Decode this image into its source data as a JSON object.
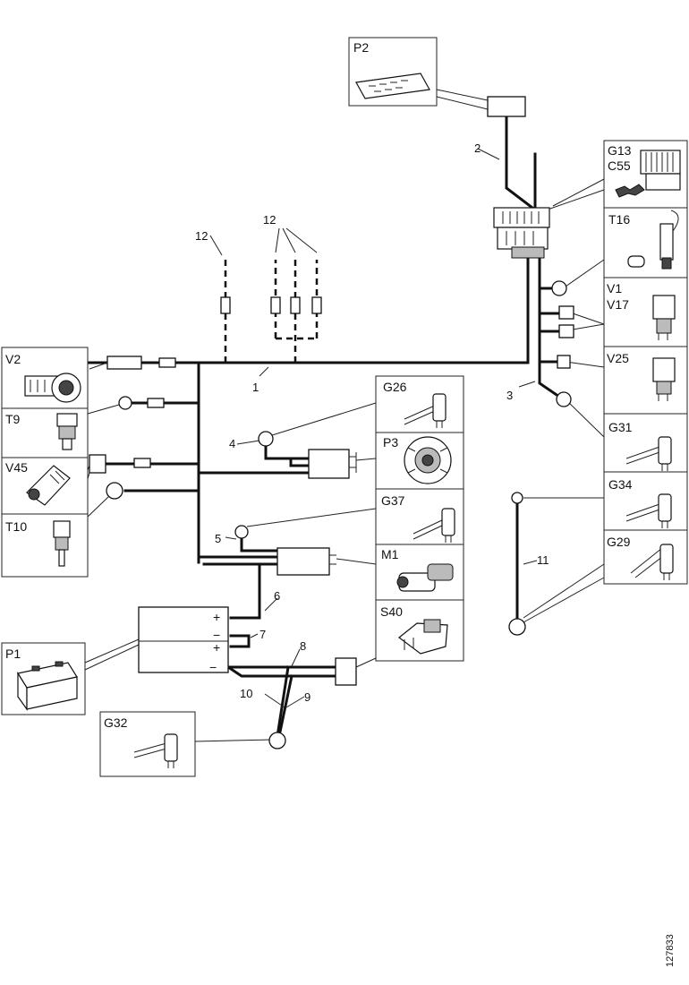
{
  "components": {
    "P2": "P2",
    "G13": "G13",
    "C55": "C55",
    "T16": "T16",
    "V1": "V1",
    "V17": "V17",
    "V25": "V25",
    "G31": "G31",
    "G34": "G34",
    "G29": "G29",
    "V2": "V2",
    "T9": "T9",
    "V45": "V45",
    "T10": "T10",
    "G26": "G26",
    "P3": "P3",
    "G37": "G37",
    "M1": "M1",
    "S40": "S40",
    "P1": "P1",
    "G32": "G32"
  },
  "wires": {
    "w1": "1",
    "w2": "2",
    "w3": "3",
    "w4": "4",
    "w5": "5",
    "w6": "6",
    "w7": "7",
    "w8": "8",
    "w9": "9",
    "w10": "10",
    "w11": "11",
    "w12a": "12",
    "w12b": "12"
  },
  "terminals": {
    "plus_top": "+",
    "minus_mid": "−",
    "plus_mid": "+",
    "minus_bottom": "−"
  },
  "drawing_number": "127833"
}
